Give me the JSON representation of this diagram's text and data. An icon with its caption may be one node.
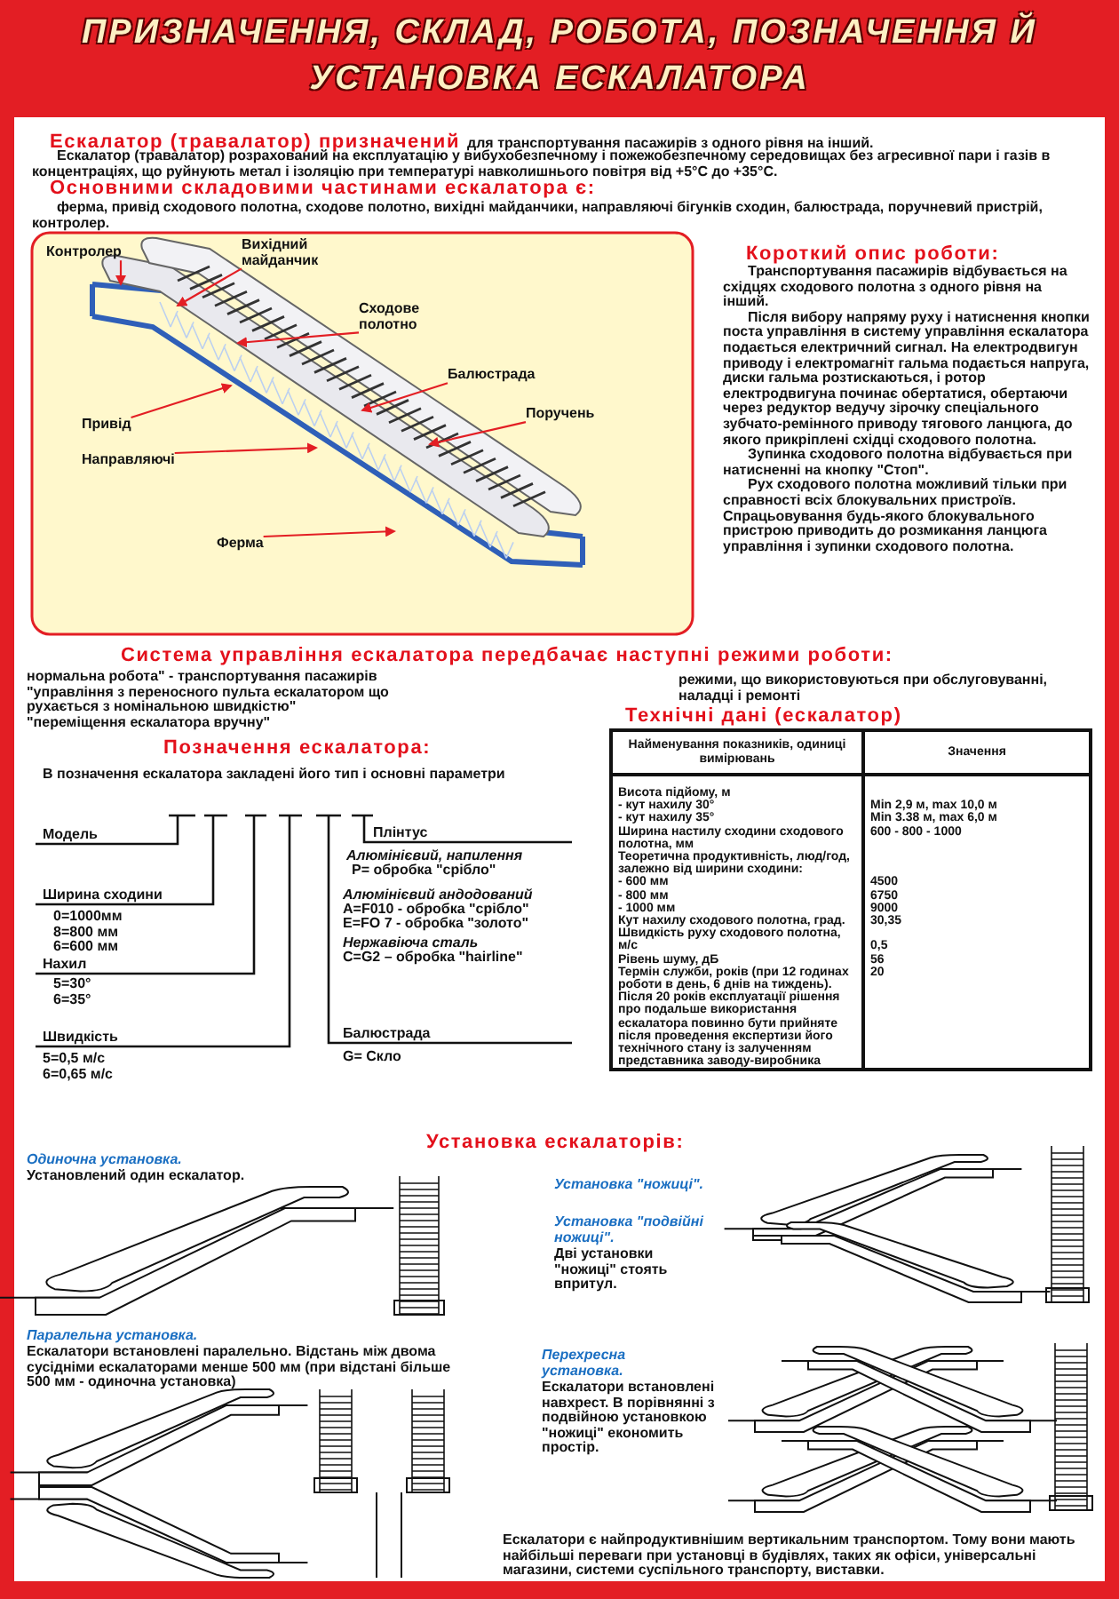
{
  "diagram": {
    "title": "ПРИЗНАЧЕННЯ, СКЛАД, РОБОТА, ПОЗНАЧЕННЯ Й УСТАНОВКА ЕСКАЛАТОРА",
    "nodes": [
      {
        "text": [
          "Контролер"
        ]
      },
      {
        "text": [
          "Вихідний майданчик"
        ]
      },
      {
        "text": [
          "Сходове полотно"
        ]
      },
      {
        "text": [
          "Балюстрада"
        ]
      },
      {
        "text": [
          "Поручень"
        ]
      },
      {
        "text": [
          "Привід"
        ]
      },
      {
        "text": [
          "Направляючі"
        ]
      },
      {
        "text": [
          "Ферма"
        ]
      }
    ],
    "edges": [
      {
        "from": 0,
        "to": null,
        "arrow": "to"
      },
      {
        "from": 1,
        "to": null,
        "arrow": "to"
      },
      {
        "from": 2,
        "to": null,
        "arrow": "to"
      },
      {
        "from": 3,
        "to": null,
        "arrow": "to"
      },
      {
        "from": 4,
        "to": null,
        "arrow": "to"
      },
      {
        "from": 5,
        "to": null,
        "arrow": "to"
      },
      {
        "from": 6,
        "to": null,
        "arrow": "to"
      },
      {
        "from": 7,
        "to": null,
        "arrow": "to"
      }
    ],
    "labels": [
      "Ескалатор (травалатор) призначений",
      "для транспортування пасажирів з одного рівня на інший.",
      "Ескалатор (травалатор) розрахований на експлуатацію у вибухобезпечному і пожежобезпечному середовищах без агресивної пари і газів в концентраціях, що руйнують метал і ізоляцію при температурі навколишнього повітря від +5°С до +35°С.",
      "Основними складовими частинами ескалатора є:",
      "ферма, привід сходового полотна, сходове полотно, вихідні майданчики, направляючі бігунків сходин, балюстрада, поручневий пристрій, контролер.",
      "Короткий опис роботи:",
      "Транспортування пасажирів відбувається на східцях сходового полотна з одного рівня на інший.",
      "Після вибору напряму руху і натиснення кнопки поста управління в систему управління ескалатора подається електричний сигнал. На електродвигун приводу і електромагніт гальма подається напруга, диски гальма розтискаються, і ротор електродвигуна починає обертатися, обертаючи через редуктор ведучу зірочку спеціального зубчато-ремінного приводу тягового ланцюга, до якого прикріплені східці сходового полотна.",
      "Зупинка сходового полотна відбувається при натисненні на кнопку \"Стоп\".",
      "Рух сходового полотна можливий тільки при справності всіх блокувальних пристроїв. Спрацьовування будь-якого блокувального пристрою приводить до розмикання ланцюга управління і зупинки сходового полотна.",
      "Система управління ескалатора передбачає наступні режими роботи:",
      "нормальна робота\" - транспортування пасажирів",
      "\"управління з переносного пульта ескалатором що рухається з номінальною швидкістю\"",
      "\"переміщення ескалатора вручну\"",
      "режими, що використовуються при обслуговуванні, наладці і ремонті",
      "Позначення ескалатора:",
      "В позначення ескалатора закладені його тип і основні параметри",
      "Модель",
      "Ширина сходини",
      "0=1000мм",
      "8=800 мм",
      "6=600 мм",
      "Нахил",
      "5=30°",
      "6=35°",
      "Швидкість",
      "5=0,5 м/с",
      "6=0,65 м/с",
      "Плінтус",
      "Алюмінієвий, напилення",
      "P= обробка \"срібло\"",
      "Алюмінієвий андодований",
      "A=F010 - обробка \"срібло\"",
      "E=FO 7 - обробка \"золото\"",
      "Нержавіюча сталь",
      "C=G2 – обробка \"hairline\"",
      "Балюстрада",
      "G= Скло",
      "Технічні дані (ескалатор)",
      "Найменування показників, одиниці вимірювань",
      "Значення",
      "Висота підйому, м",
      "- кут нахилу 30°",
      "Min 2,9 м, max 10,0 м",
      "- кут нахилу 35°",
      "Min 3.38 м, max 6,0 м",
      "Ширина настилу сходини сходового полотна, мм",
      "600 - 800 - 1000",
      "Теоретична продуктивність, люд/год, залежно від ширини сходини:",
      "- 600 мм",
      "4500",
      "- 800 мм",
      "6750",
      "- 1000 мм",
      "9000",
      "Кут нахилу сходового полотна, град.",
      "30,35",
      "Швидкість руху сходового полотна, м/с",
      "0,5",
      "Рівень шуму, дБ",
      "56",
      "Термін служби, років (при 12 годинах роботи в день, 6 днів на тиждень). Після 20 років експлуатації рішення про подальше використання ескалатора повинно бути прийняте після проведення експертизи його технічного стану із залученням представника заводу-виробника",
      "20",
      "Установка ескалаторів:",
      "Одиночна установка.",
      "Установлений один ескалатор.",
      "Установка \"ножиці\".",
      "Установка \"подвійні ножиці\".",
      "Дві установки \"ножиці\" стоять впритул.",
      "Паралельна установка.",
      "Ескалатори встановлені паралельно. Відстань між двома сусідніми ескалаторами менше 500 мм (при відстані більше 500 мм - одиночна установка)",
      "Перехресна установка.",
      "Ескалатори встановлені навхрест. В порівнянні з подвійною установкою \"ножиці\" економить простір.",
      "Ескалатори є найпродуктивнішим вертикальним транспортом. Тому вони мають найбільші переваги при установці в будівлях, таких як  офіси, універсальні магазини, системи суспільного транспорту, виставки."
    ]
  }
}
